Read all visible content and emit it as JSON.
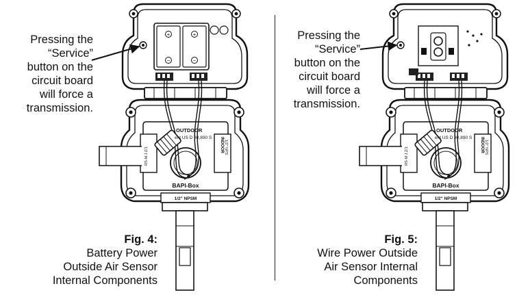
{
  "left": {
    "callout": [
      "Pressing the",
      "“Service”",
      "button on the",
      "circuit board",
      "will force a",
      "transmission."
    ],
    "fig_title": "Fig. 4:",
    "fig_caption": [
      "Battery Power",
      "Outside Air Sensor",
      "Internal Components"
    ],
    "box_labels": {
      "outdoor": "OUTDOOR",
      "part": "ent US D 30,890 S",
      "indoor": "INDOOR",
      "brand": "BAPI-Box",
      "npsm": "1/2\" NPSM",
      "rs_left": "RS-M J.Z/1",
      "rs_right": "1/2\" NPS"
    }
  },
  "right": {
    "callout": [
      "Pressing the",
      "“Service”",
      "button on the",
      "circuit board",
      "will force a",
      "transmission."
    ],
    "fig_title": "Fig. 5:",
    "fig_caption": [
      "Wire Power Outside",
      "Air Sensor Internal",
      "Components"
    ],
    "box_labels": {
      "outdoor": "OUTDOOR",
      "part": "ent US D 30,890 S",
      "indoor": "INDOOR",
      "brand": "BAPI-Box",
      "npsm": "1/2\" NPSM",
      "rs_left": "RS-M J.Z/1",
      "rs_right": "1/2\" NPS"
    }
  }
}
